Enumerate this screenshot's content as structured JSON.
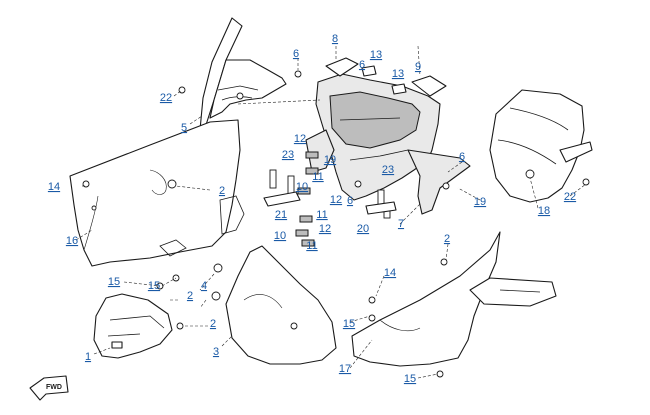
{
  "diagram": {
    "forward_marker": "FWD",
    "callouts": [
      {
        "id": "c1",
        "label": "1"
      },
      {
        "id": "c2a",
        "label": "2"
      },
      {
        "id": "c2b",
        "label": "2"
      },
      {
        "id": "c2c",
        "label": "2"
      },
      {
        "id": "c2d",
        "label": "2"
      },
      {
        "id": "c3",
        "label": "3"
      },
      {
        "id": "c4",
        "label": "4"
      },
      {
        "id": "c5",
        "label": "5"
      },
      {
        "id": "c6a",
        "label": "6"
      },
      {
        "id": "c6b",
        "label": "6"
      },
      {
        "id": "c6c",
        "label": "6"
      },
      {
        "id": "c6d",
        "label": "6"
      },
      {
        "id": "c7",
        "label": "7"
      },
      {
        "id": "c8",
        "label": "8"
      },
      {
        "id": "c9",
        "label": "9"
      },
      {
        "id": "c10a",
        "label": "10"
      },
      {
        "id": "c10b",
        "label": "10"
      },
      {
        "id": "c11a",
        "label": "11"
      },
      {
        "id": "c11b",
        "label": "11"
      },
      {
        "id": "c11c",
        "label": "11"
      },
      {
        "id": "c12a",
        "label": "12"
      },
      {
        "id": "c12b",
        "label": "12"
      },
      {
        "id": "c12c",
        "label": "12"
      },
      {
        "id": "c13a",
        "label": "13"
      },
      {
        "id": "c13b",
        "label": "13"
      },
      {
        "id": "c14a",
        "label": "14"
      },
      {
        "id": "c14b",
        "label": "14"
      },
      {
        "id": "c15a",
        "label": "15"
      },
      {
        "id": "c15b",
        "label": "15"
      },
      {
        "id": "c15c",
        "label": "15"
      },
      {
        "id": "c15d",
        "label": "15"
      },
      {
        "id": "c16",
        "label": "16"
      },
      {
        "id": "c17",
        "label": "17"
      },
      {
        "id": "c18",
        "label": "18"
      },
      {
        "id": "c19a",
        "label": "19"
      },
      {
        "id": "c19b",
        "label": "19"
      },
      {
        "id": "c20",
        "label": "20"
      },
      {
        "id": "c21",
        "label": "21"
      },
      {
        "id": "c22a",
        "label": "22"
      },
      {
        "id": "c22b",
        "label": "22"
      },
      {
        "id": "c23a",
        "label": "23"
      },
      {
        "id": "c23b",
        "label": "23"
      }
    ]
  }
}
